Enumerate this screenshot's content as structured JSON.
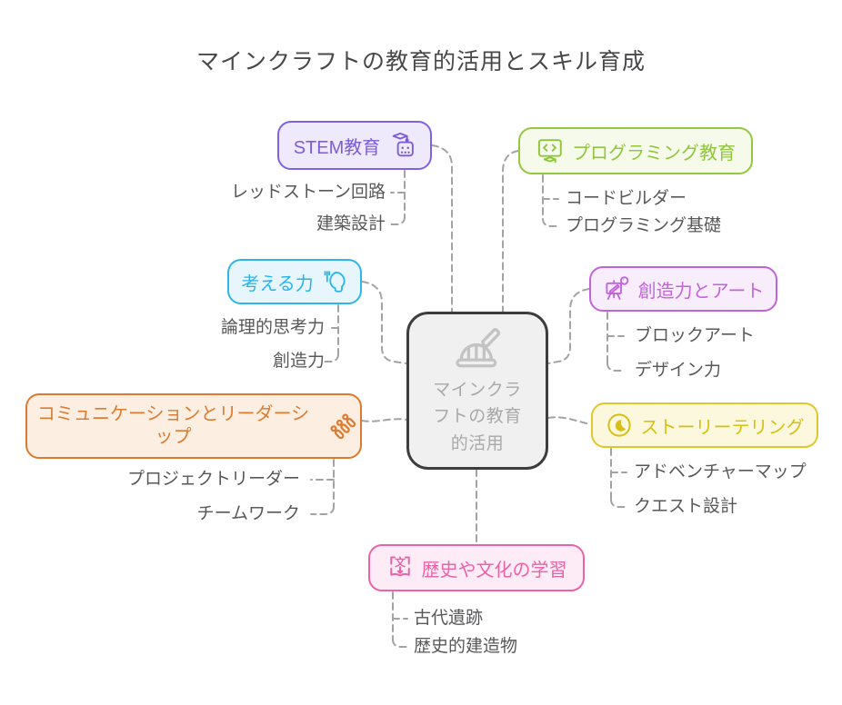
{
  "title": "マインクラフトの教育的活用とスキル育成",
  "colors": {
    "connector": "#a3a3a3",
    "child_text": "#58585a",
    "title_text": "#48484b"
  },
  "center": {
    "label": "マインクラフトの教育的活用",
    "icon": "hardhat-pencil-icon",
    "border_color": "#3d3d3d",
    "bg_color": "#f0f0f0",
    "text_color": "#a9a9a9",
    "icon_color": "#c3c3c3"
  },
  "branches": [
    {
      "label": "STEM教育",
      "icon": "robot-graduation-icon",
      "border_color": "#7e62de",
      "bg_color": "#efeafb",
      "text_color": "#7b5dd8",
      "children": [
        "レッドストーン回路",
        "建築設計"
      ]
    },
    {
      "label": "プログラミング教育",
      "icon": "code-monitor-graduation-icon",
      "border_color": "#94c840",
      "bg_color": "#f6faeb",
      "text_color": "#8fc63c",
      "children": [
        "コードビルダー",
        "プログラミング基礎"
      ]
    },
    {
      "label": "考える力",
      "icon": "thinking-head-icon",
      "border_color": "#2fb5e8",
      "bg_color": "#e7f6fd",
      "text_color": "#29b4e8",
      "children": [
        "論理的思考力",
        "創造力"
      ]
    },
    {
      "label": "創造力とアート",
      "icon": "easel-palette-icon",
      "border_color": "#c263db",
      "bg_color": "#f8eefb",
      "text_color": "#c263db",
      "children": [
        "ブロックアート",
        "デザイン力"
      ]
    },
    {
      "label": "コミュニケーションとリーダーシップ",
      "icon": "people-group-icon",
      "border_color": "#db7a30",
      "bg_color": "#fcefe2",
      "text_color": "#db7c32",
      "children": [
        "プロジェクトリーダー",
        "チームワーク"
      ]
    },
    {
      "label": "ストーリーテリング",
      "icon": "moon-circle-icon",
      "border_color": "#e0c72c",
      "bg_color": "#fcf8de",
      "text_color": "#d8bf14",
      "children": [
        "アドベンチャーマップ",
        "クエスト設計"
      ]
    },
    {
      "label": "歴史や文化の学習",
      "icon": "book-bracket-icon",
      "border_color": "#ec62a7",
      "bg_color": "#fdecf5",
      "text_color": "#ec62a7",
      "children": [
        "古代遺跡",
        "歴史的建造物"
      ]
    }
  ]
}
